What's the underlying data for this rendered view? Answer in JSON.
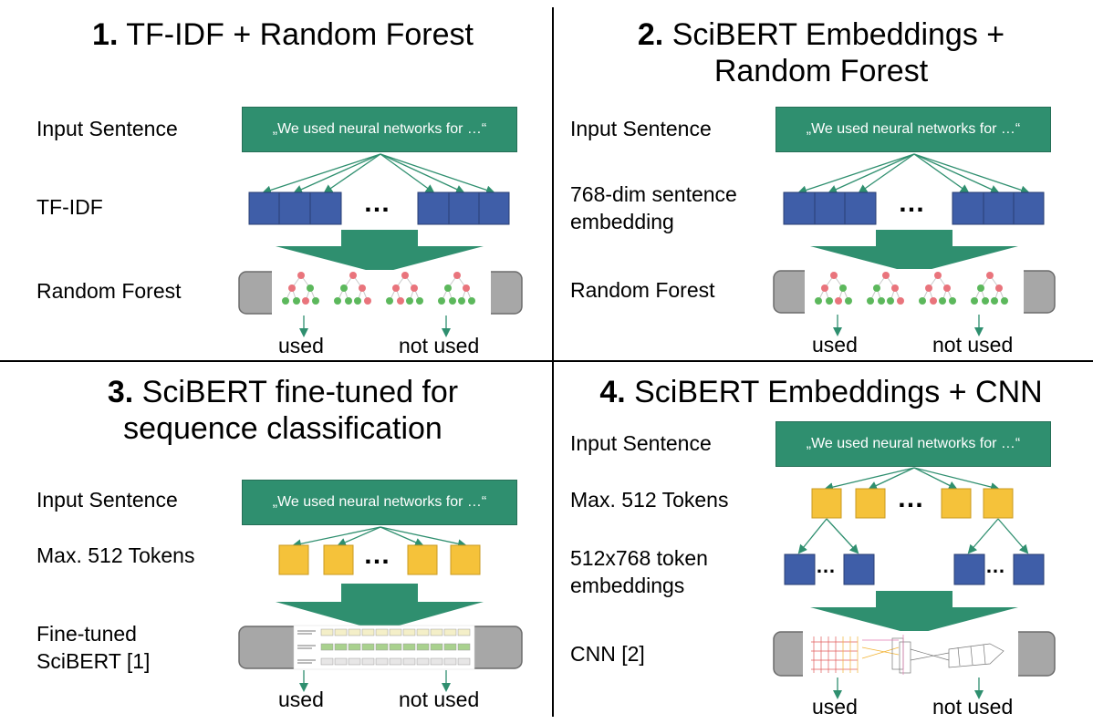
{
  "panels": [
    {
      "number": "1.",
      "title": "TF-IDF + Random Forest",
      "input_label": "Input Sentence",
      "input_text": "„We used neural networks for …“",
      "step_label": "TF-IDF",
      "model_label": "Random Forest",
      "ellipsis": "…",
      "out_used": "used",
      "out_not_used": "not used"
    },
    {
      "number": "2.",
      "title_line1": "SciBERT Embeddings +",
      "title_line2": "Random Forest",
      "input_label": "Input Sentence",
      "input_text": "„We used neural networks for …“",
      "step_label_line1": "768-dim sentence",
      "step_label_line2": "embedding",
      "model_label": "Random Forest",
      "ellipsis": "…",
      "out_used": "used",
      "out_not_used": "not used"
    },
    {
      "number": "3.",
      "title_line1": "SciBERT fine-tuned for",
      "title_line2": "sequence classification",
      "input_label": "Input Sentence",
      "input_text": "„We used neural networks for …“",
      "step_label": "Max. 512 Tokens",
      "model_label_line1": "Fine-tuned",
      "model_label_line2": "SciBERT [1]",
      "ellipsis": "…",
      "out_used": "used",
      "out_not_used": "not used"
    },
    {
      "number": "4.",
      "title": "SciBERT Embeddings + CNN",
      "input_label": "Input Sentence",
      "input_text": "„We used neural networks for …“",
      "step_label": "Max. 512 Tokens",
      "emb_label_line1": "512x768 token",
      "emb_label_line2": "embeddings",
      "model_label": "CNN [2]",
      "ellipsis": "…",
      "out_used": "used",
      "out_not_used": "not used"
    }
  ],
  "colors": {
    "green": "#2f8f6f",
    "blue_box": "#3f5ea8",
    "token": "#f5c23a",
    "model_gray": "#a7a7a7",
    "tree_red": "#e9747c",
    "tree_green": "#5cb85c"
  }
}
